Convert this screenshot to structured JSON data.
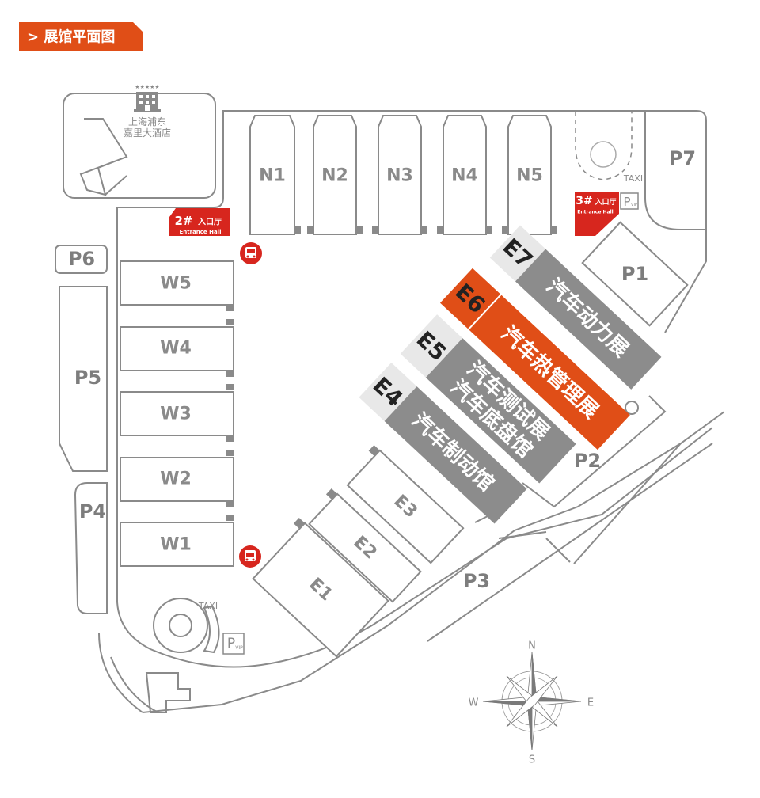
{
  "header": {
    "title": "> 展馆平面图"
  },
  "hotel": {
    "line1": "上海浦东",
    "line2": "嘉里大酒店"
  },
  "entrances": [
    {
      "number": "2#",
      "label_cn": "入口厅",
      "label_en": "Entrance Hall"
    },
    {
      "number": "3#",
      "label_cn": "入口厅",
      "label_en": "Entrance Hall"
    }
  ],
  "north_halls": [
    "N1",
    "N2",
    "N3",
    "N4",
    "N5"
  ],
  "west_halls": [
    "W5",
    "W4",
    "W3",
    "W2",
    "W1"
  ],
  "east_small_halls": [
    "E1",
    "E2",
    "E3"
  ],
  "east_featured_halls": [
    {
      "id": "E4",
      "name": "汽车制动馆",
      "highlight": false
    },
    {
      "id": "E5",
      "name": "汽车测试展",
      "name2": "汽车底盘馆",
      "highlight": false
    },
    {
      "id": "E6",
      "name": "汽车热管理展",
      "highlight": true
    },
    {
      "id": "E7",
      "name": "汽车动力展",
      "highlight": false
    }
  ],
  "parking": [
    "P1",
    "P2",
    "P3",
    "P4",
    "P5",
    "P6",
    "P7"
  ],
  "taxi": "TAXI",
  "vip_parking": {
    "p": "P",
    "vip": "VIP"
  },
  "compass": {
    "n": "N",
    "s": "S",
    "e": "E",
    "w": "W"
  },
  "colors": {
    "accent": "#e04e17",
    "entrance": "#d7261e",
    "hall_grey": "#8c8c8c",
    "label_bg": "#e8e8e8"
  }
}
